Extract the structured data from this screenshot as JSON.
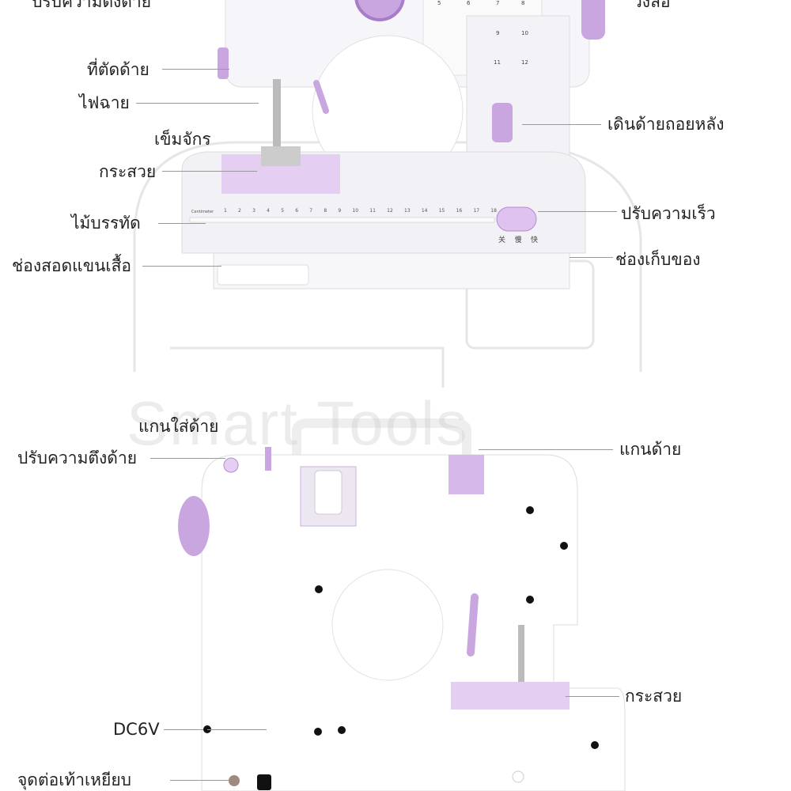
{
  "watermark": "Smart Tools",
  "colors": {
    "purple": "#c9a6e0",
    "purple_dark": "#a77cc8",
    "body": "#f4f4f8",
    "text": "#222222"
  },
  "top_machine": {
    "labels_left": [
      "ปรับความตึงด้าย",
      "ที่ตัดด้าย",
      "ไฟฉาย",
      "เข็มจักร",
      "กระสวย",
      "ไม้บรรทัด",
      "ช่องสอดแขนเสื้อ"
    ],
    "labels_right": [
      "วงล้อ",
      "เดินด้ายถอยหลัง",
      "ปรับความเร็ว",
      "ช่องเก็บของ"
    ],
    "ruler_label": "Centimeter",
    "ruler_numbers": [
      "1",
      "2",
      "3",
      "4",
      "5",
      "6",
      "7",
      "8",
      "9",
      "10",
      "11",
      "12",
      "13",
      "14",
      "15",
      "16",
      "17",
      "18"
    ],
    "speed_switch": [
      "关",
      "慢",
      "快"
    ],
    "stitch_numbers": [
      "5",
      "6",
      "7",
      "8",
      "9",
      "10",
      "11",
      "12"
    ]
  },
  "bottom_machine": {
    "labels_left": [
      "แกนใส่ด้าย",
      "ปรับความตึงด้าย",
      "DC6V",
      "จุดต่อเท้าเหยียบ"
    ],
    "labels_right": [
      "แกนด้าย",
      "กระสวย"
    ]
  }
}
